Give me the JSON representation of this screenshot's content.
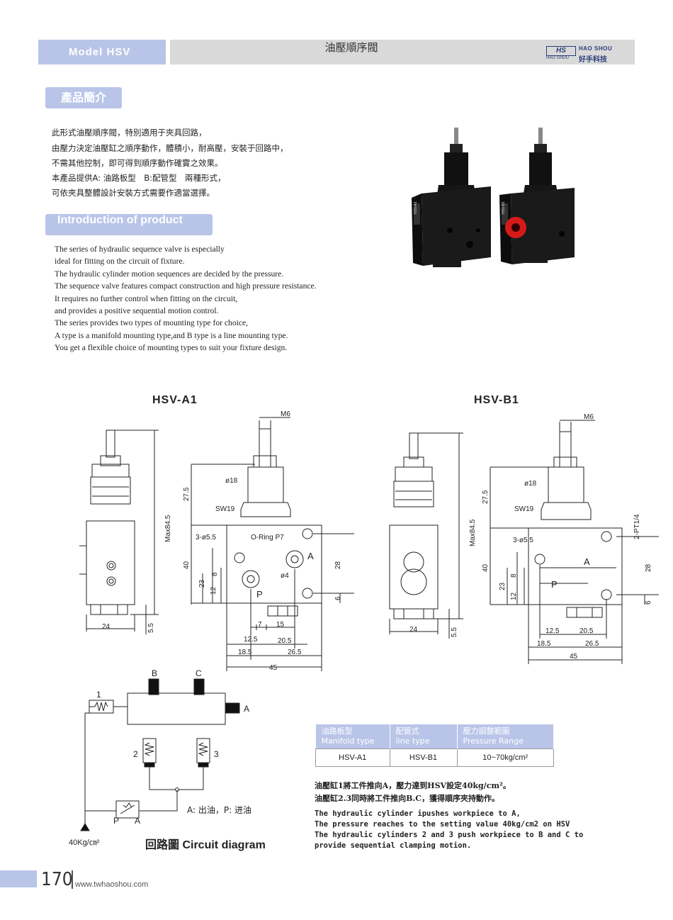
{
  "header": {
    "model": "Model HSV",
    "title": "油壓順序閥",
    "logo_mark": "HS",
    "logo_sub": "HAO SHOU",
    "logo_en": "HAO SHOU",
    "logo_cn": "好手科技"
  },
  "intro_cn": {
    "tag": "產品簡介",
    "lines": [
      "此形式油壓順序閥，特別適用于夾具回路，",
      "由壓力決定油壓缸之順序動作，體積小，耐高壓，安裝于回路中，",
      "不需其他控制，即可得到順序動作確實之效果。",
      "本產品提供A: 油路板型　B:配管型　兩種形式，",
      "可依夾具整體設計安裝方式需要作適當選擇。"
    ]
  },
  "intro_en": {
    "tag": "Introduction of product",
    "lines": [
      "The series of hydraulic sequence valve is especially",
      "ideal for fitting on the circuit of fixture.",
      "The hydraulic cylinder motion sequences are decided by the pressure.",
      "The sequence valve features compact construction and high pressure resistance.",
      "It requires no further control when fitting on the circuit,",
      "and provides a positive sequential motion control.",
      "The series provides two types of mounting type for choice,",
      "A type is a manifold mounting type,and B type is a line mounting type.",
      "You get a flexible choice of mounting types to suit your fixture design."
    ]
  },
  "photo": {
    "left_label": "HSV-A1",
    "right_label": "HSV-B1"
  },
  "drawing_a": {
    "title": "HSV-A1",
    "dims": {
      "m6": "M6",
      "max": "Max84.5",
      "d18": "ø18",
      "sw19": "SW19",
      "d55": "3-ø5.5",
      "oring": "O-Ring P7",
      "d4": "ø4",
      "a": "A",
      "p": "P",
      "h275": "27.5",
      "h40": "40",
      "h23": "23",
      "h12": "12",
      "h8": "8",
      "h28": "28",
      "h6": "6",
      "w24": "24",
      "w55": "5.5",
      "w7": "7",
      "w15": "15",
      "w125": "12.5",
      "w205": "20.5",
      "w185": "18.5",
      "w265": "26.5",
      "w45": "45"
    }
  },
  "drawing_b": {
    "title": "HSV-B1",
    "dims": {
      "m6": "M6",
      "max": "Max84.5",
      "d18": "ø18",
      "sw19": "SW19",
      "d55": "3-ø5.5",
      "pt": "2-PT1/4",
      "a": "A",
      "p": "P",
      "h275": "27.5",
      "h40": "40",
      "h23": "23",
      "h12": "12",
      "h8": "8",
      "h28": "28",
      "h6": "6",
      "w24": "24",
      "w55": "5.5",
      "w125": "12.5",
      "w205": "20.5",
      "w185": "18.5",
      "w265": "26.5",
      "w45": "45"
    }
  },
  "circuit": {
    "b": "B",
    "c": "C",
    "a": "A",
    "n1": "1",
    "n2": "2",
    "n3": "3",
    "p": "P",
    "pa": "A",
    "legend": "A: 出油，P: 进油",
    "pressure": "40Kg/㎝²",
    "caption": "回路圖 Circuit diagram"
  },
  "spec_table": {
    "headers": [
      {
        "cn": "油路板型",
        "en": "Manifold type"
      },
      {
        "cn": "配管式",
        "en": "line type"
      },
      {
        "cn": "壓力調整範圍",
        "en": "Pressure  Range"
      }
    ],
    "row": [
      "HSV-A1",
      "HSV-B1",
      "10~70kg/cm²"
    ]
  },
  "notes": {
    "cn": [
      "油壓缸1將工件推向A，壓力達到HSV設定40kg/cm²。",
      "油壓缸2.3同時將工件推向B.C，獲得順序夾持動作。"
    ],
    "en": [
      "The hydraulic cylinder ipushes workpiece to A,",
      "The pressure reaches to the setting value 40kg/cm2 on HSV",
      "The hydraulic cylinders 2 and 3 push workpiece to B and C to",
      "provide sequential clamping motion."
    ]
  },
  "footer": {
    "page": "170",
    "website": "www.twhaoshou.com"
  }
}
